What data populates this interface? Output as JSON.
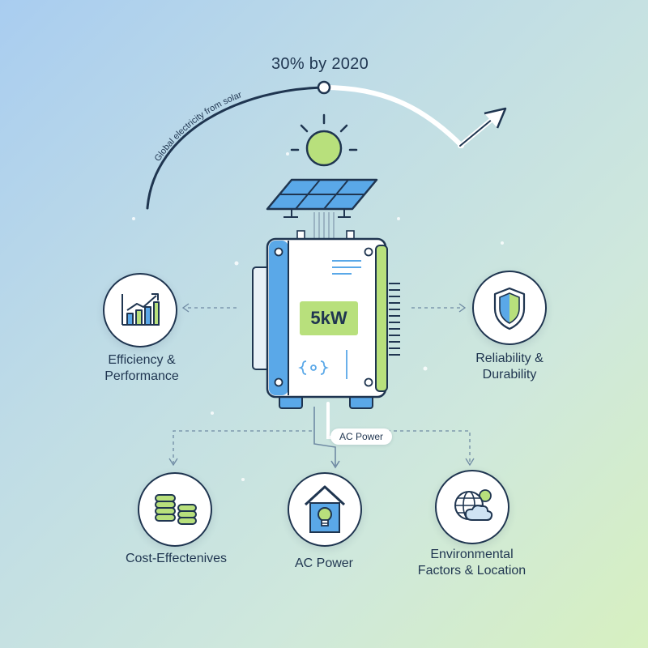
{
  "headline": {
    "value": "30% by 2020",
    "arc_label": "Global electricity from solar"
  },
  "inverter": {
    "rating": "5kW",
    "output_tag": "AC Power"
  },
  "factors": [
    {
      "id": "efficiency",
      "label_line1": "Efficiency &",
      "label_line2": "Performance",
      "icon": "bar-chart-icon"
    },
    {
      "id": "reliability",
      "label_line1": "Reliability &",
      "label_line2": "Durability",
      "icon": "shield-icon"
    },
    {
      "id": "cost",
      "label_line1": "Cost-Effectenives",
      "label_line2": "",
      "icon": "coins-icon"
    },
    {
      "id": "ac-power",
      "label_line1": "AC Power",
      "label_line2": "",
      "icon": "house-bulb-icon"
    },
    {
      "id": "environment",
      "label_line1": "Environmental",
      "label_line2": "Factors & Location",
      "icon": "globe-weather-icon"
    }
  ],
  "colors": {
    "navy": "#1f3550",
    "blue": "#5aa8e8",
    "green": "#b8e07c",
    "white": "#ffffff"
  }
}
